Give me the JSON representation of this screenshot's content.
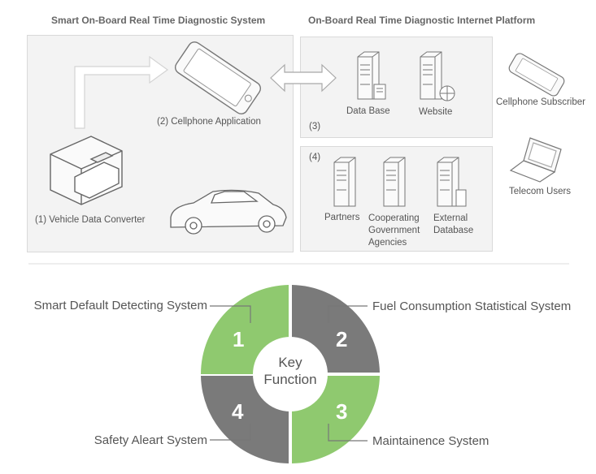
{
  "top": {
    "left_title": "Smart On-Board Real Time Diagnostic System",
    "right_title": "On-Board Real Time Diagnostic Internet Platform",
    "cellphone_app": "(2)  Cellphone Application",
    "vehicle_converter": "(1) Vehicle Data Converter",
    "platform_num": "(3)",
    "database": "Data Base",
    "website": "Website",
    "partners_num": "(4)",
    "partners": "Partners",
    "cooperating": [
      "Cooperating",
      "Government",
      "Agencies"
    ],
    "external": [
      "External",
      "Database"
    ],
    "cellphone_subscriber": "Cellphone Subscriber",
    "telecom_users": "Telecom Users"
  },
  "key_function": {
    "center_line1": "Key",
    "center_line2": "Function",
    "quadrants": [
      {
        "number": "1",
        "label": "Smart Default Detecting System",
        "color": "#8fc96f"
      },
      {
        "number": "2",
        "label": "Fuel Consumption Statistical System",
        "color": "#7a7a7a"
      },
      {
        "number": "3",
        "label": "Maintainence System",
        "color": "#8fc96f"
      },
      {
        "number": "4",
        "label": "Safety Aleart System",
        "color": "#7a7a7a"
      }
    ]
  }
}
